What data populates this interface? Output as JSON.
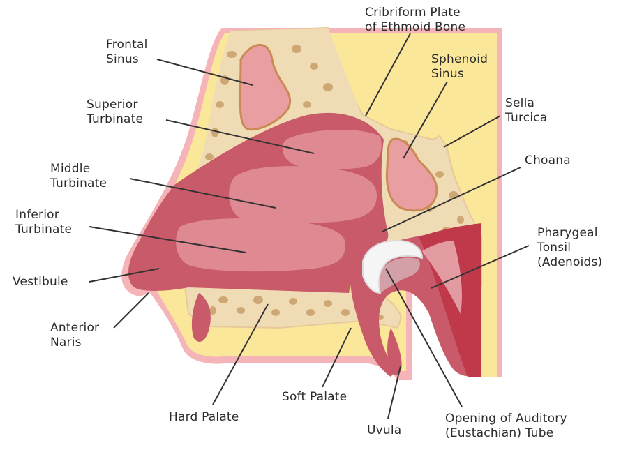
{
  "labels": {
    "frontal_sinus": [
      "Frontal",
      "Sinus"
    ],
    "superior_turbinate": [
      "Superior",
      "Turbinate"
    ],
    "middle_turbinate": [
      "Middle",
      "Turbinate"
    ],
    "inferior_turbinate": [
      "Inferior",
      "Turbinate"
    ],
    "vestibule": [
      "Vestibule"
    ],
    "anterior_naris": [
      "Anterior",
      "Naris"
    ],
    "hard_palate": [
      "Hard Palate"
    ],
    "soft_palate": [
      "Soft Palate"
    ],
    "uvula": [
      "Uvula"
    ],
    "auditory_tube": [
      "Opening of Auditory",
      "(Eustachian) Tube"
    ],
    "pharyngeal_tonsil": [
      "Pharygeal",
      "Tonsil",
      "(Adenoids)"
    ],
    "choana": [
      "Choana"
    ],
    "sella_turcica": [
      "Sella",
      "Turcica"
    ],
    "sphenoid_sinus": [
      "Sphenoid",
      "Sinus"
    ],
    "cribriform_plate": [
      "Cribriform Plate",
      "of Ethmoid Bone"
    ]
  },
  "colors": {
    "bone": "#f0dcb4",
    "bone_pore": "#c9a06a",
    "mucosa": "#c95a6a",
    "mucosa_light": "#df8a92",
    "sinus": "#e99ea2",
    "skin_yellow": "#fbe79a",
    "skin_pink": "#f4b4b8",
    "tonsil_dark": "#c0394a",
    "leader": "#333333"
  }
}
